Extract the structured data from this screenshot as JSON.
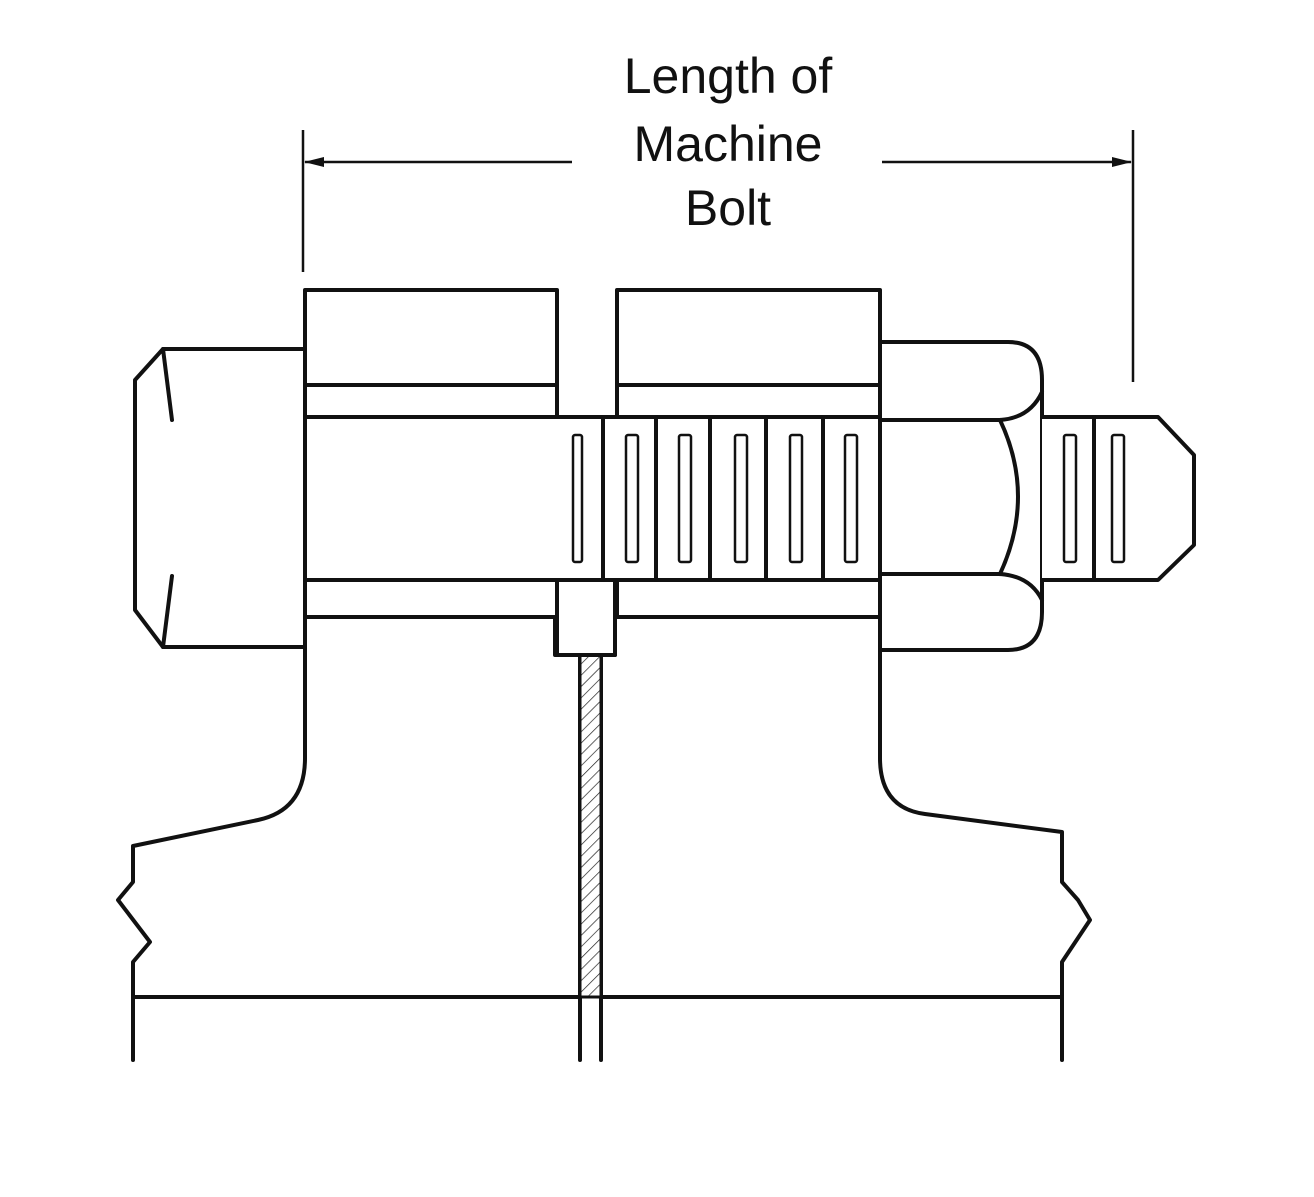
{
  "dimension_label": {
    "lines": [
      "Length of",
      "Machine",
      "Bolt"
    ]
  },
  "colors": {
    "ink": "#111111",
    "paper": "#ffffff"
  }
}
